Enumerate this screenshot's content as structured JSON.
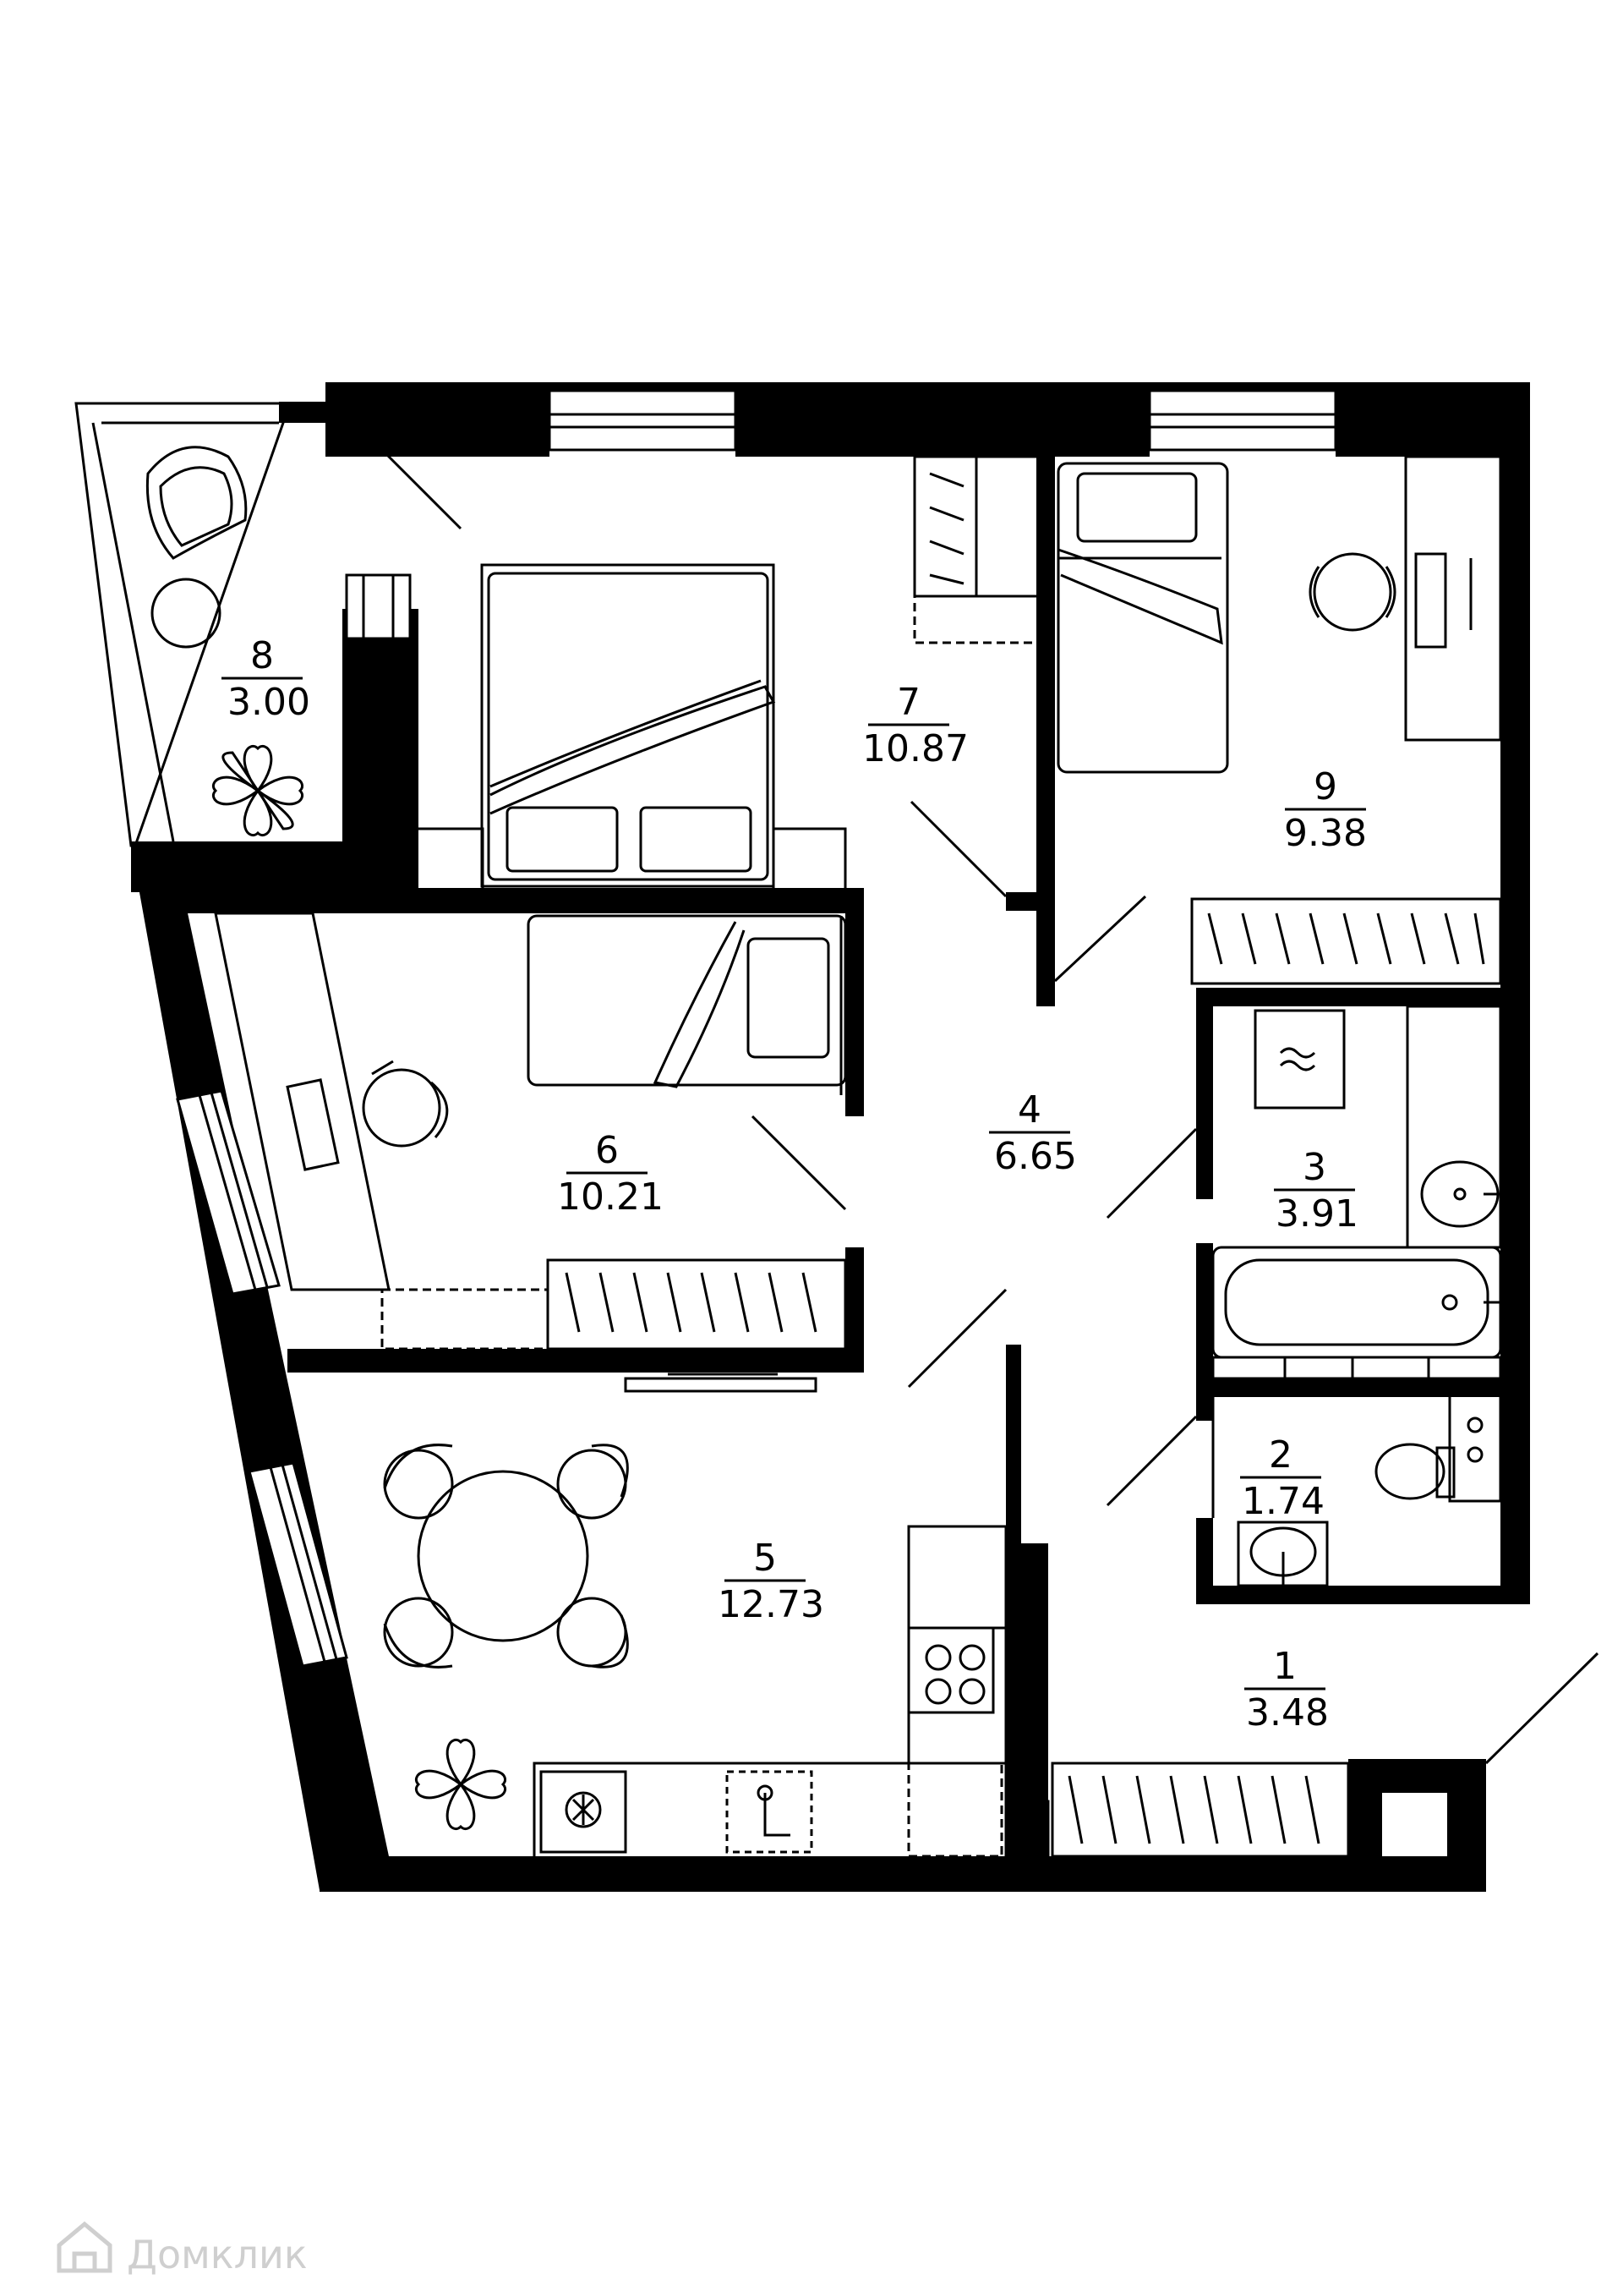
{
  "rooms": [
    {
      "id": "1",
      "number": "1",
      "area": "3.48"
    },
    {
      "id": "2",
      "number": "2",
      "area": "1.74"
    },
    {
      "id": "3",
      "number": "3",
      "area": "3.91"
    },
    {
      "id": "4",
      "number": "4",
      "area": "6.65"
    },
    {
      "id": "5",
      "number": "5",
      "area": "12.73"
    },
    {
      "id": "6",
      "number": "6",
      "area": "10.21"
    },
    {
      "id": "7",
      "number": "7",
      "area": "10.87"
    },
    {
      "id": "8",
      "number": "8",
      "area": "3.00"
    },
    {
      "id": "9",
      "number": "9",
      "area": "9.38"
    }
  ],
  "watermark": {
    "text": "Домклик"
  },
  "colors": {
    "wall": "#000000",
    "line": "#000000",
    "background": "#ffffff",
    "watermark": "#cfcfcf"
  }
}
